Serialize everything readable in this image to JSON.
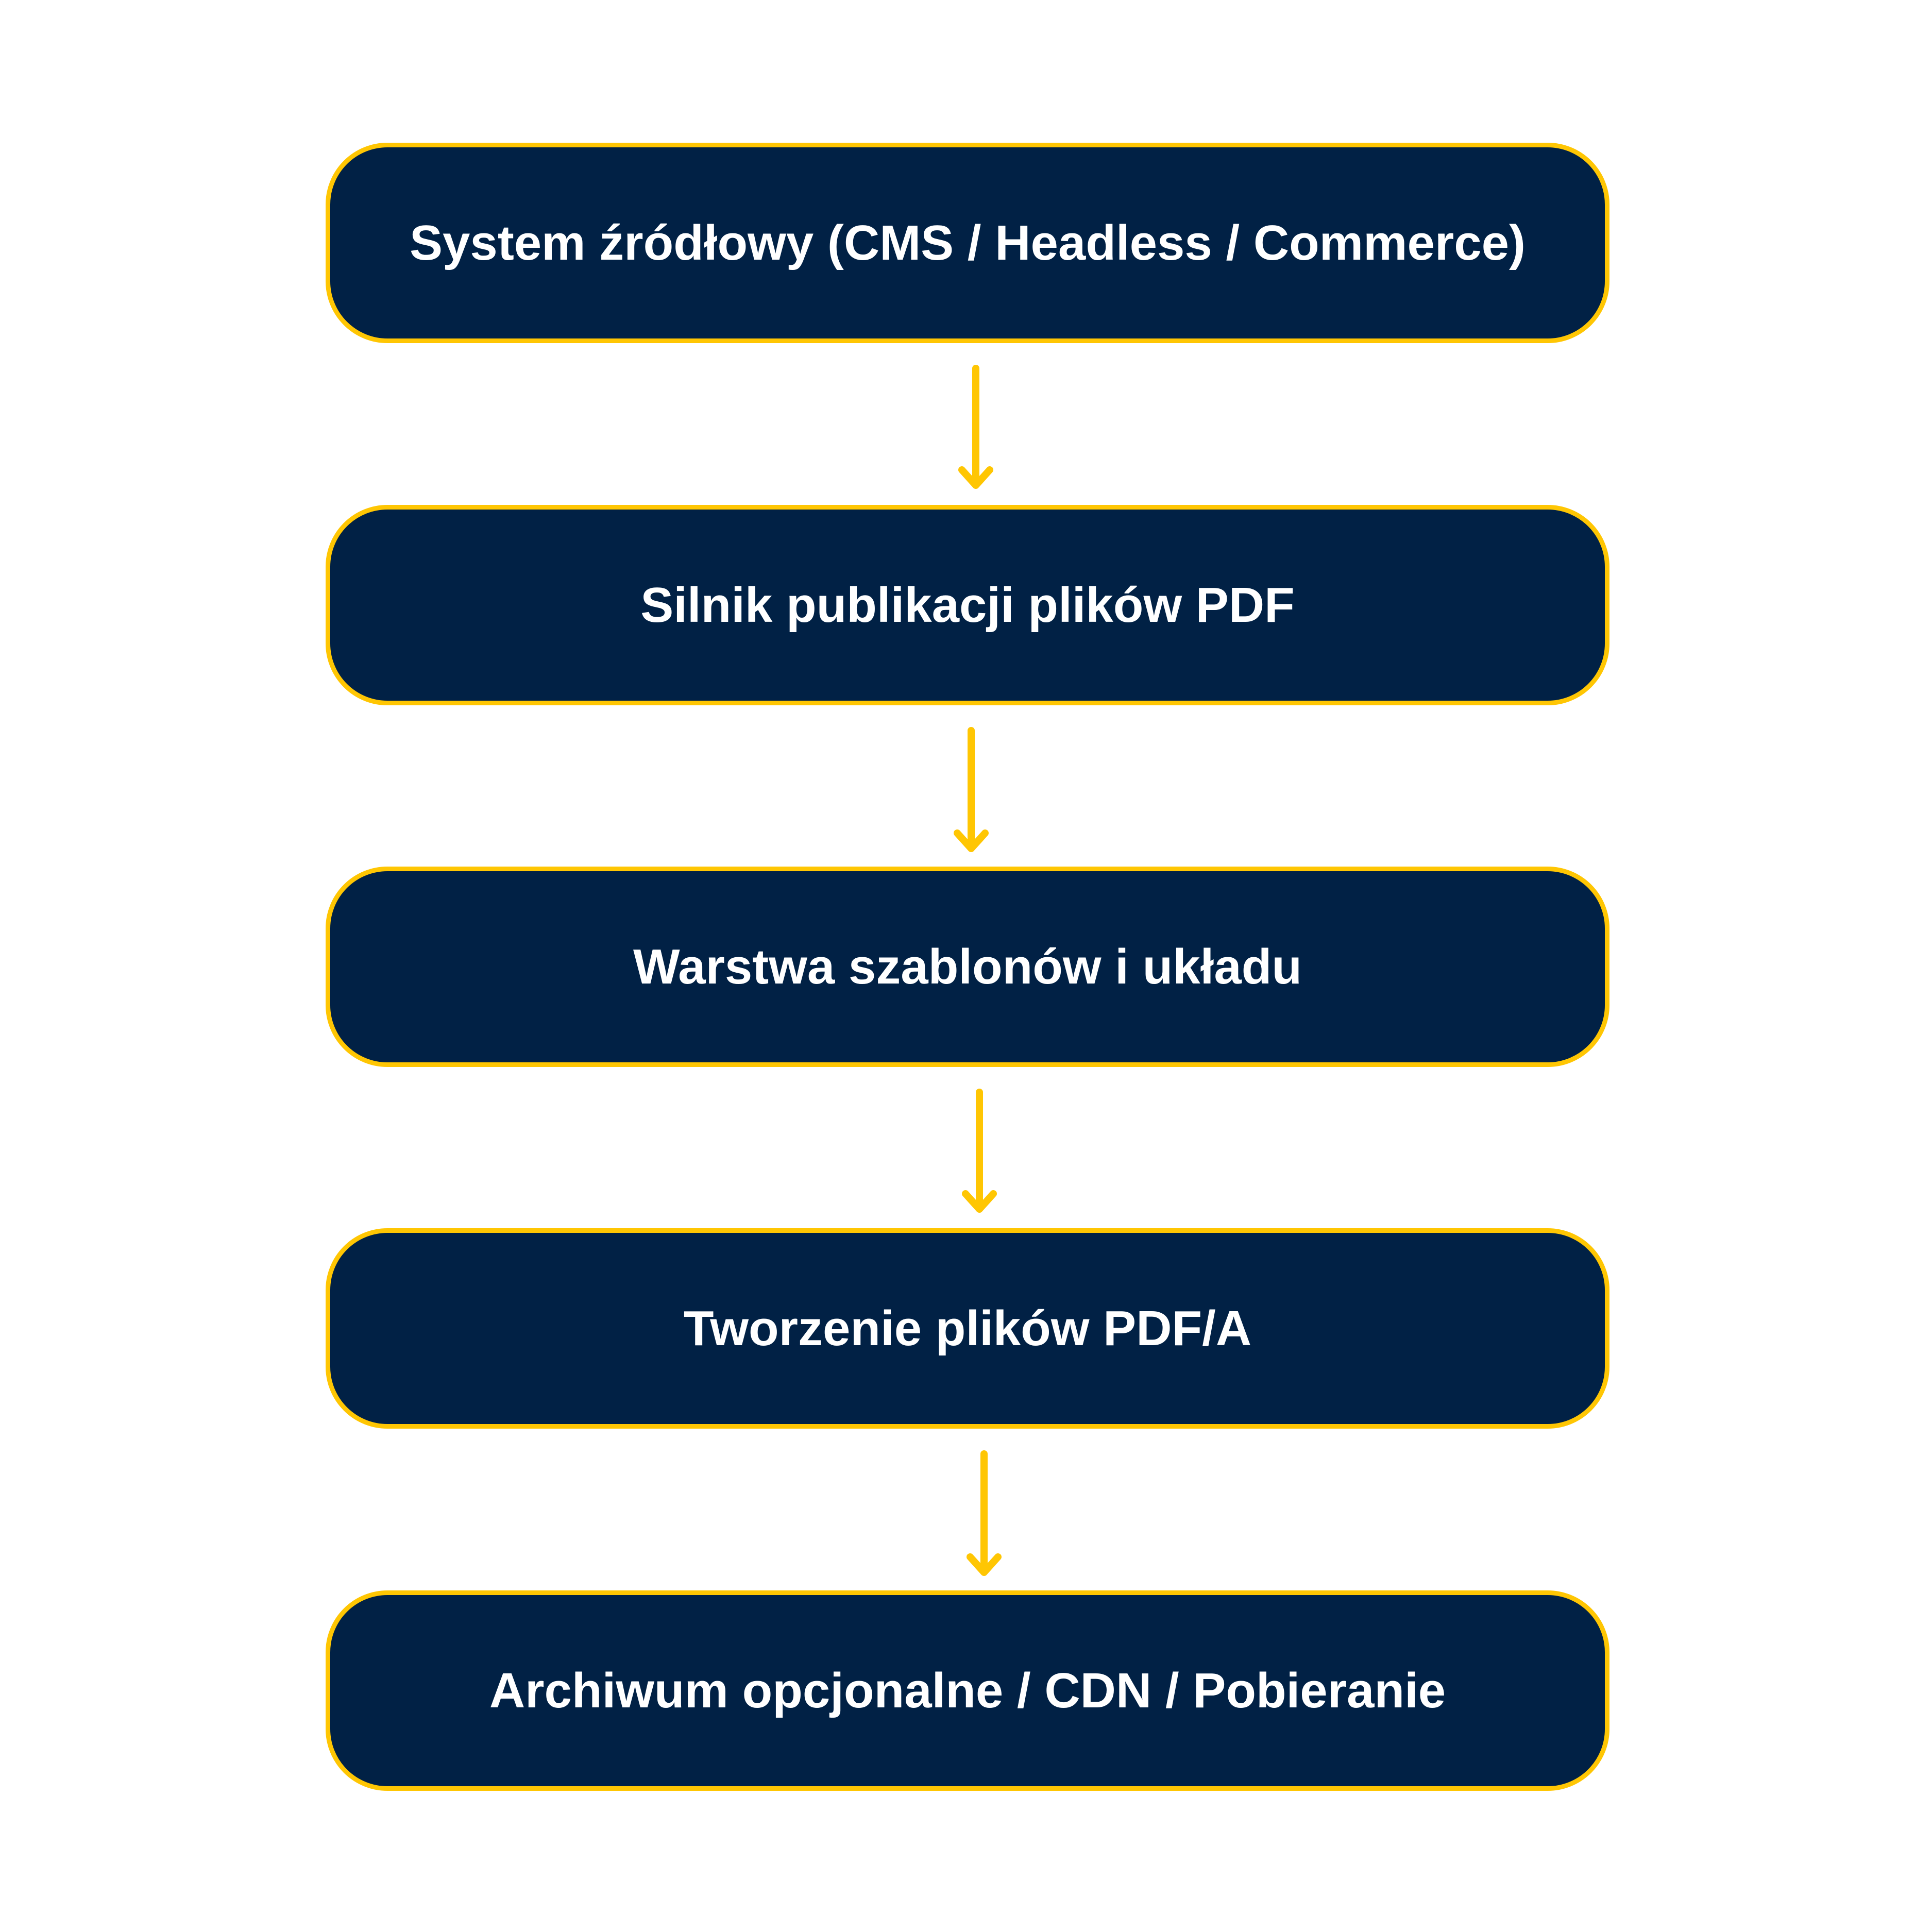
{
  "diagram": {
    "colors": {
      "box_fill": "#012145",
      "box_border": "#FFC603",
      "arrow": "#FFC603",
      "text": "#FFFFFF",
      "background": "#FFFFFF"
    },
    "nodes": [
      {
        "id": "source",
        "label": "System źródłowy (CMS / Headless / Commerce)"
      },
      {
        "id": "engine",
        "label": "Silnik publikacji plików PDF"
      },
      {
        "id": "templates",
        "label": "Warstwa szablonów i układu"
      },
      {
        "id": "pdfa",
        "label": "Tworzenie plików PDF/A"
      },
      {
        "id": "delivery",
        "label": "Archiwum opcjonalne / CDN / Pobieranie"
      }
    ],
    "edges": [
      {
        "from": "source",
        "to": "engine"
      },
      {
        "from": "engine",
        "to": "templates"
      },
      {
        "from": "templates",
        "to": "pdfa"
      },
      {
        "from": "pdfa",
        "to": "delivery"
      }
    ]
  }
}
